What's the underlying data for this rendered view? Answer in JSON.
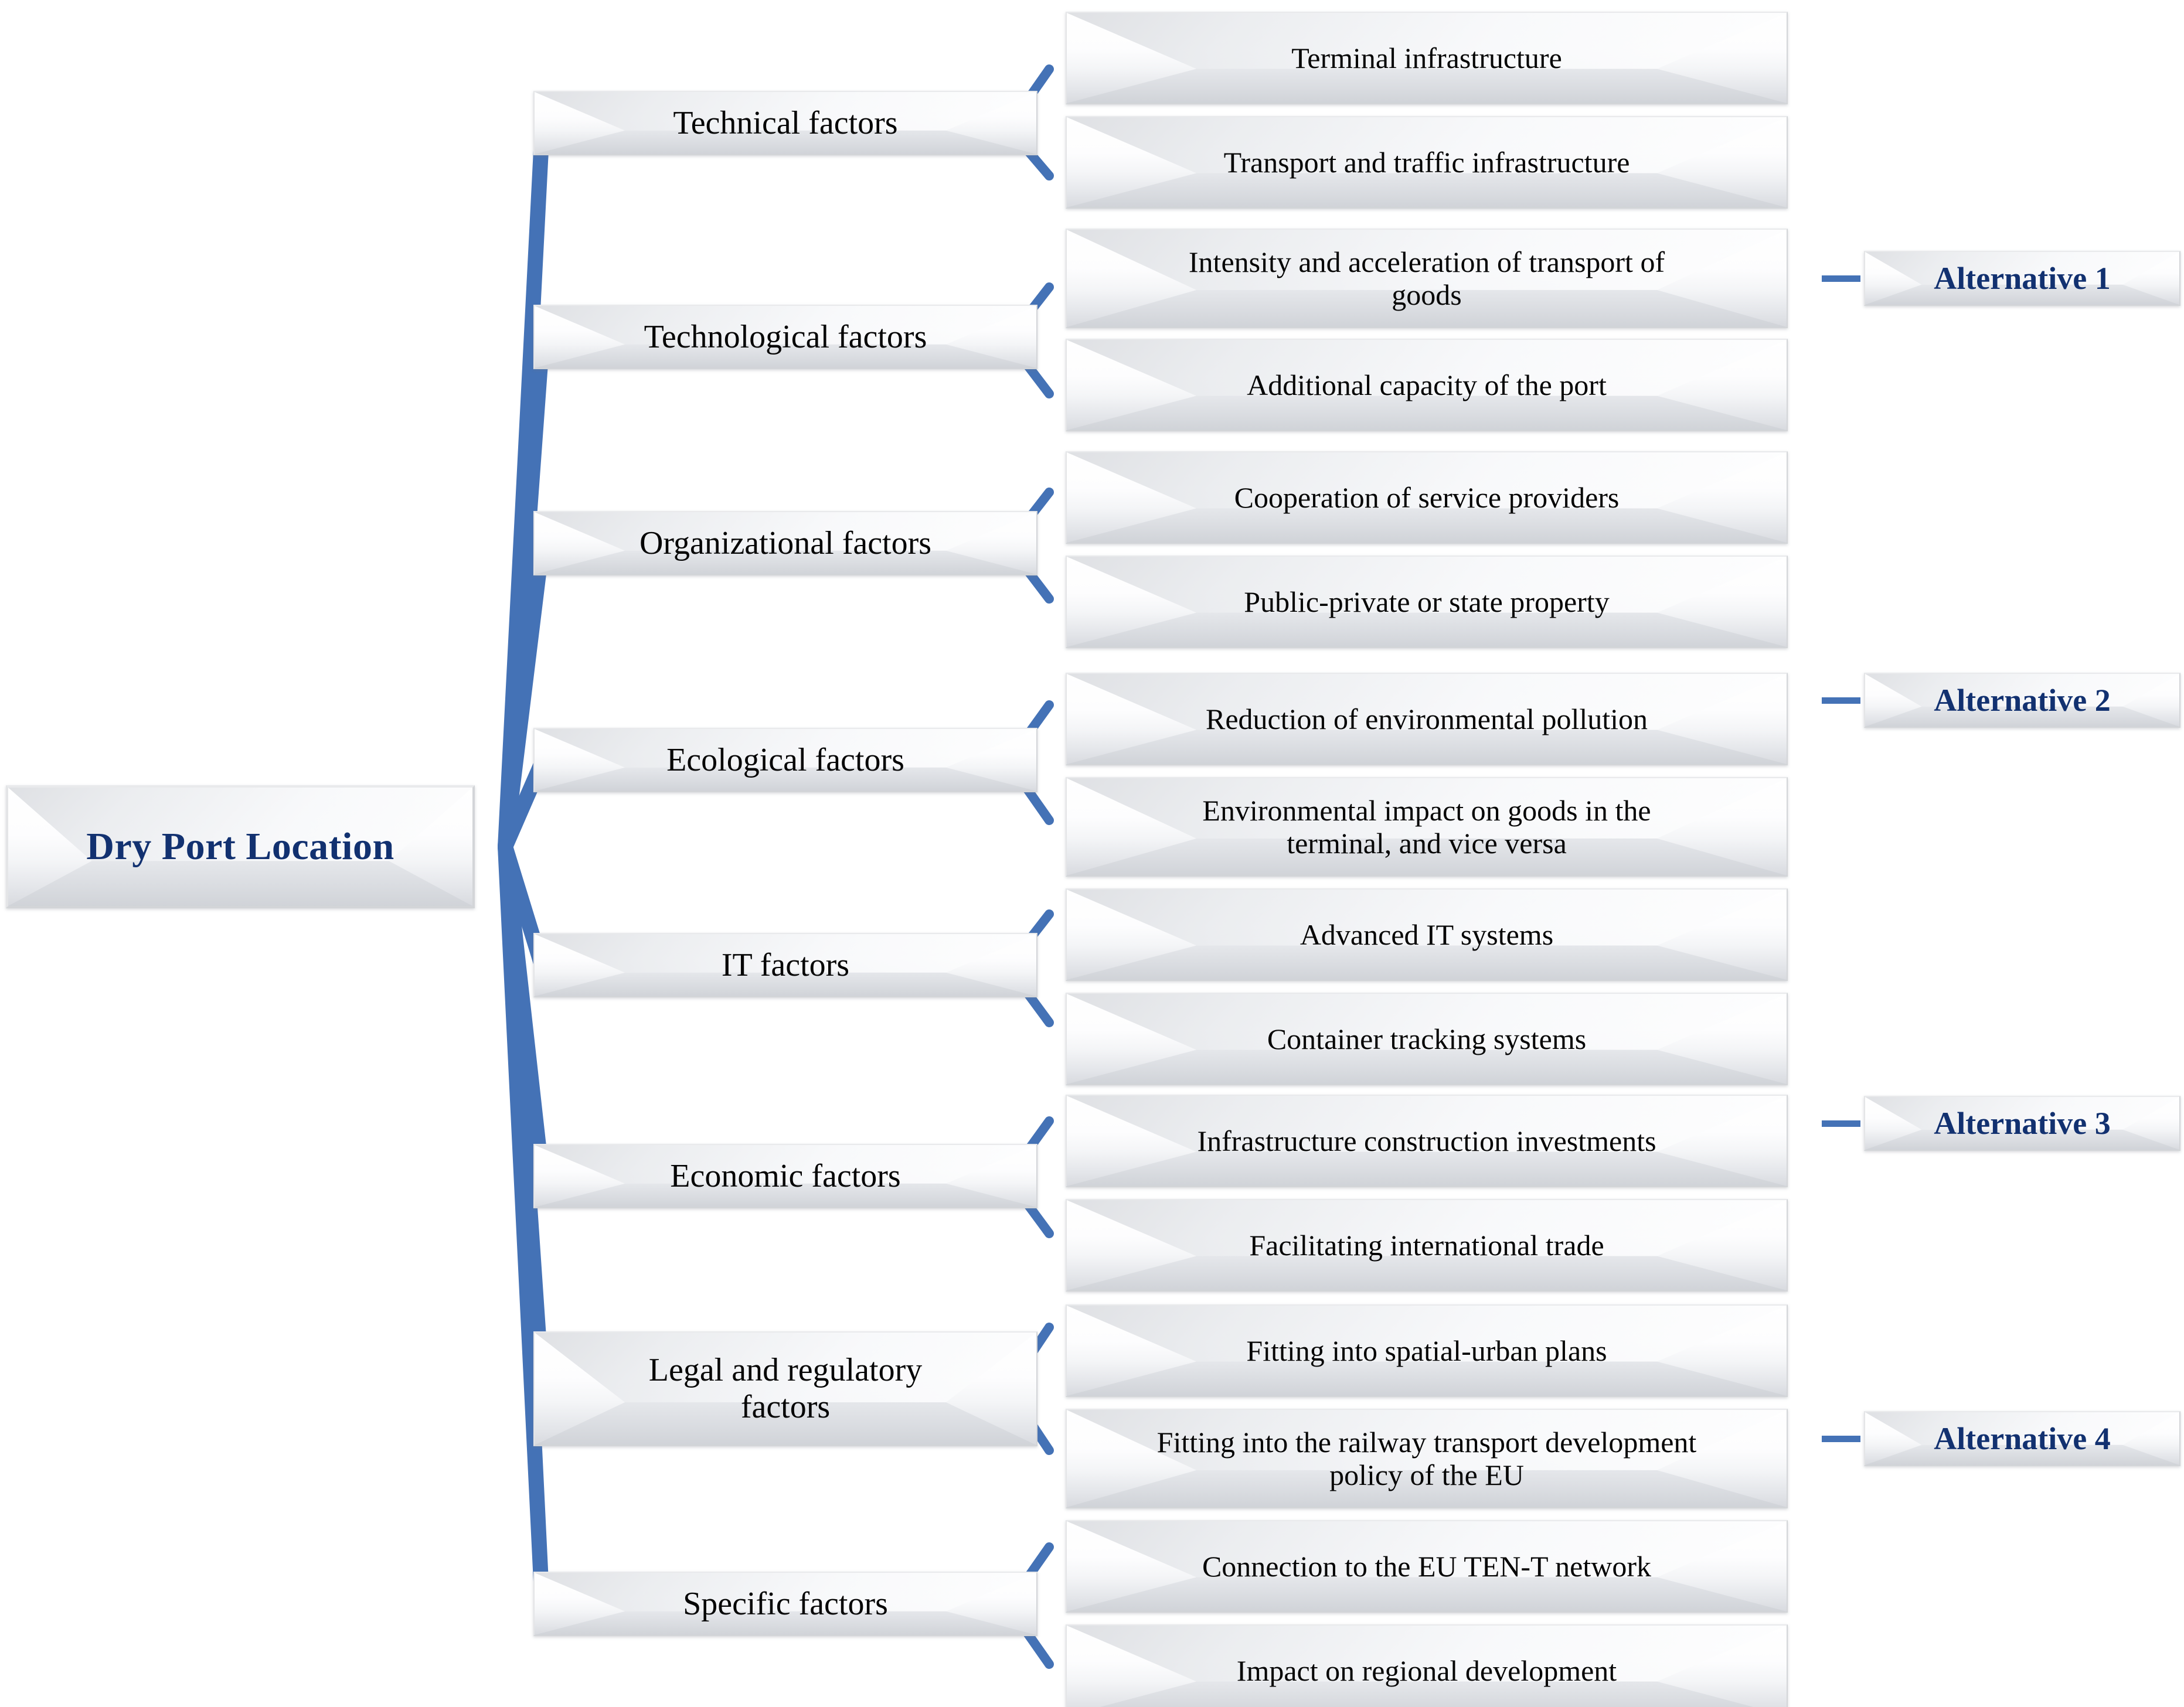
{
  "diagram": {
    "title": "Dry Port Location",
    "type": "hierarchy-mindmap",
    "colors": {
      "connector": "#4472b6",
      "root_text": "#123170",
      "alternative_text": "#123170",
      "node_text": "#050505",
      "background": "#ffffff"
    }
  },
  "root": {
    "label": "Dry Port Location"
  },
  "factors": [
    {
      "label": "Technical factors"
    },
    {
      "label": "Technological factors"
    },
    {
      "label": "Organizational factors"
    },
    {
      "label": "Ecological factors"
    },
    {
      "label": "IT factors"
    },
    {
      "label": "Economic factors"
    },
    {
      "label": "Legal and regulatory\nfactors"
    },
    {
      "label": "Specific factors"
    }
  ],
  "criteria": [
    {
      "label": "Terminal infrastructure"
    },
    {
      "label": "Transport and traffic infrastructure"
    },
    {
      "label": "Intensity and acceleration of transport of\ngoods"
    },
    {
      "label": "Additional capacity of the port"
    },
    {
      "label": "Cooperation of service providers"
    },
    {
      "label": "Public-private or state property"
    },
    {
      "label": "Reduction of environmental pollution"
    },
    {
      "label": "Environmental impact on goods in the\nterminal, and vice versa"
    },
    {
      "label": "Advanced IT systems"
    },
    {
      "label": "Container tracking systems"
    },
    {
      "label": "Infrastructure construction investments"
    },
    {
      "label": "Facilitating international trade"
    },
    {
      "label": "Fitting into spatial-urban plans"
    },
    {
      "label": "Fitting into the railway transport development\npolicy of the EU"
    },
    {
      "label": "Connection to the EU TEN-T network"
    },
    {
      "label": "Impact on regional development"
    }
  ],
  "alternatives": [
    {
      "label": "Alternative 1"
    },
    {
      "label": "Alternative 2"
    },
    {
      "label": "Alternative 3"
    },
    {
      "label": "Alternative 4"
    }
  ]
}
